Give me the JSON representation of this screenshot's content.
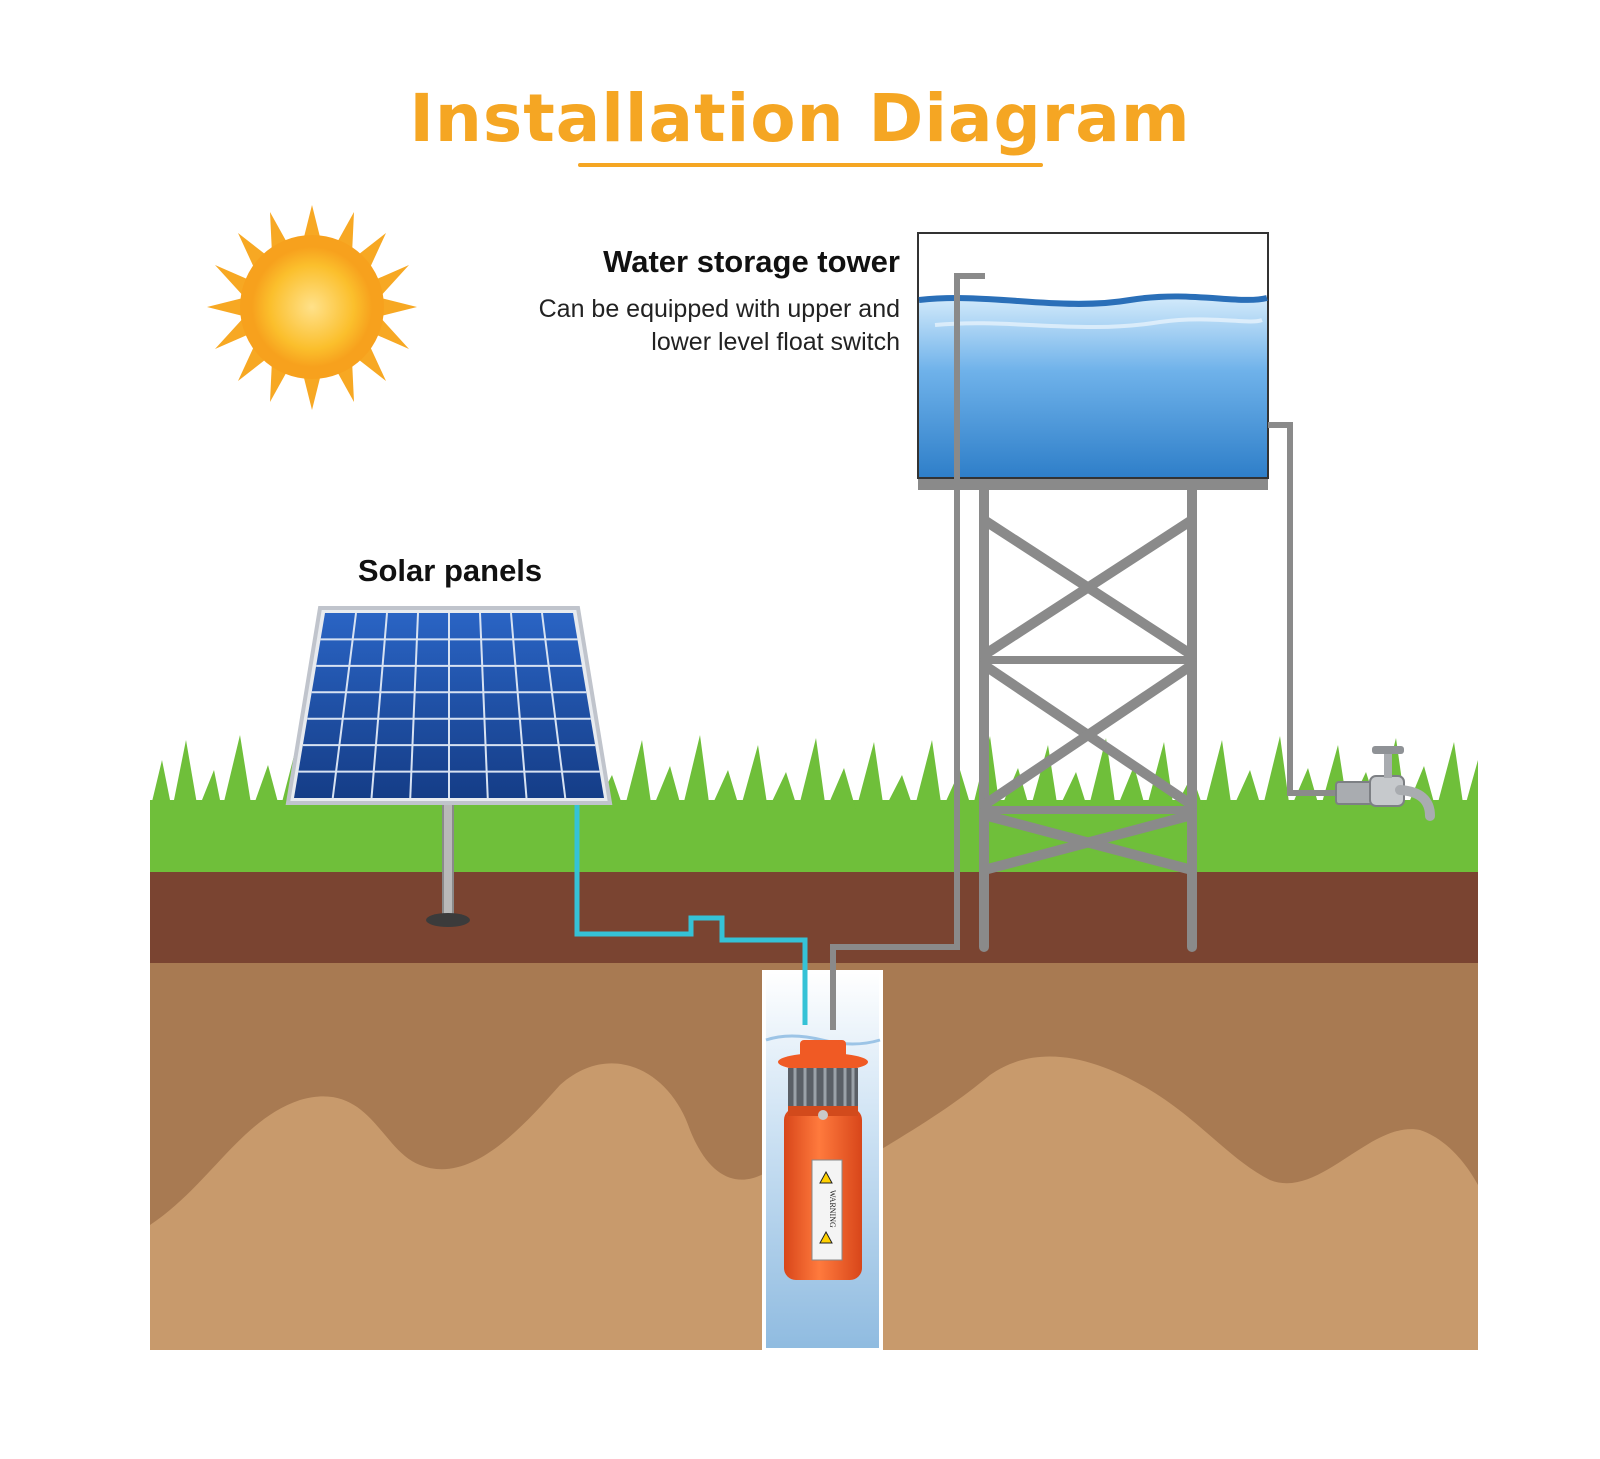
{
  "title": "Installation Diagram",
  "labels": {
    "tower_title": "Water storage tower",
    "tower_note": "Can be equipped with upper and lower level float switch",
    "solar_panels": "Solar panels",
    "pump_warning": "WARNING"
  },
  "colors": {
    "title": "#f5a623",
    "sun": "#f7a823",
    "grass": "#6fbf3a",
    "topsoil": "#7a4431",
    "soil": "#a87a52",
    "soil_light": "#c89a6c",
    "water": "#3a8fd6",
    "pump": "#f05a24",
    "cable": "#35c2d6",
    "pipe": "#8a8a8a",
    "panel": "#1e4fa8"
  },
  "icons": [
    "sun-icon",
    "solar-panel-icon",
    "water-tower-icon",
    "submersible-pump-icon",
    "water-tap-icon"
  ]
}
